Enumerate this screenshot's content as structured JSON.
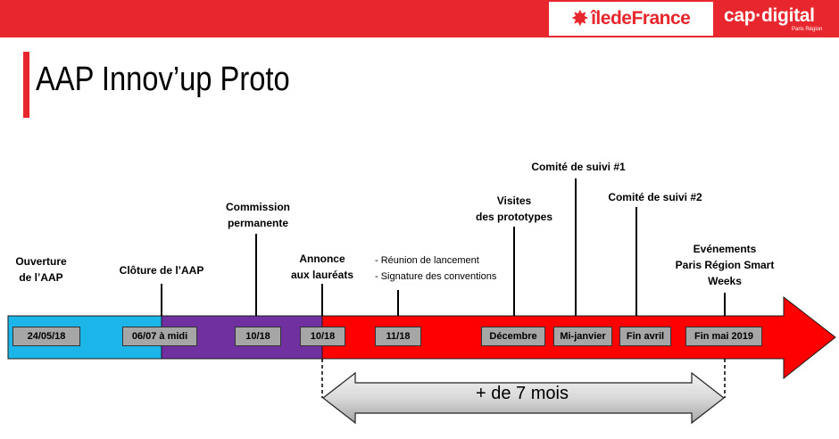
{
  "header": {
    "logo_iledefrance": "îledeFrance",
    "logo_capdigital": "cap·digital",
    "logo_capdigital_sub": "Paris Région"
  },
  "title": "AAP Innov’up Proto",
  "timeline": {
    "dates": [
      {
        "label": "24/05/18"
      },
      {
        "label": "06/07 à midi"
      },
      {
        "label": "10/18"
      },
      {
        "label": "10/18"
      },
      {
        "label": "11/18"
      },
      {
        "label": "Décembre"
      },
      {
        "label": "Mi-janvier"
      },
      {
        "label": "Fin avril"
      },
      {
        "label": "Fin mai 2019"
      }
    ],
    "events": {
      "ouverture": [
        "Ouverture",
        "de l’AAP"
      ],
      "cloture": "Clôture  de l’AAP",
      "commission": [
        "Commission",
        "permanente"
      ],
      "annonce": [
        "Annonce",
        "aux lauréats"
      ],
      "reunion": [
        "- Réunion  de lancement",
        "- Signature  des conventions"
      ],
      "visites": [
        "Visites",
        "des prototypes"
      ],
      "comite1": "Comité  de suivi #1",
      "comite2": "Comité  de suivi #2",
      "evenements": [
        "Evénements",
        "Paris Région Smart",
        "Weeks"
      ]
    },
    "duration": "+ de 7 mois",
    "colors": {
      "phase1": "#1cb5ea",
      "phase2": "#7030a0",
      "phase3": "#ff0000",
      "accent": "#e8262d",
      "date_box": "#a6a6a6"
    }
  }
}
